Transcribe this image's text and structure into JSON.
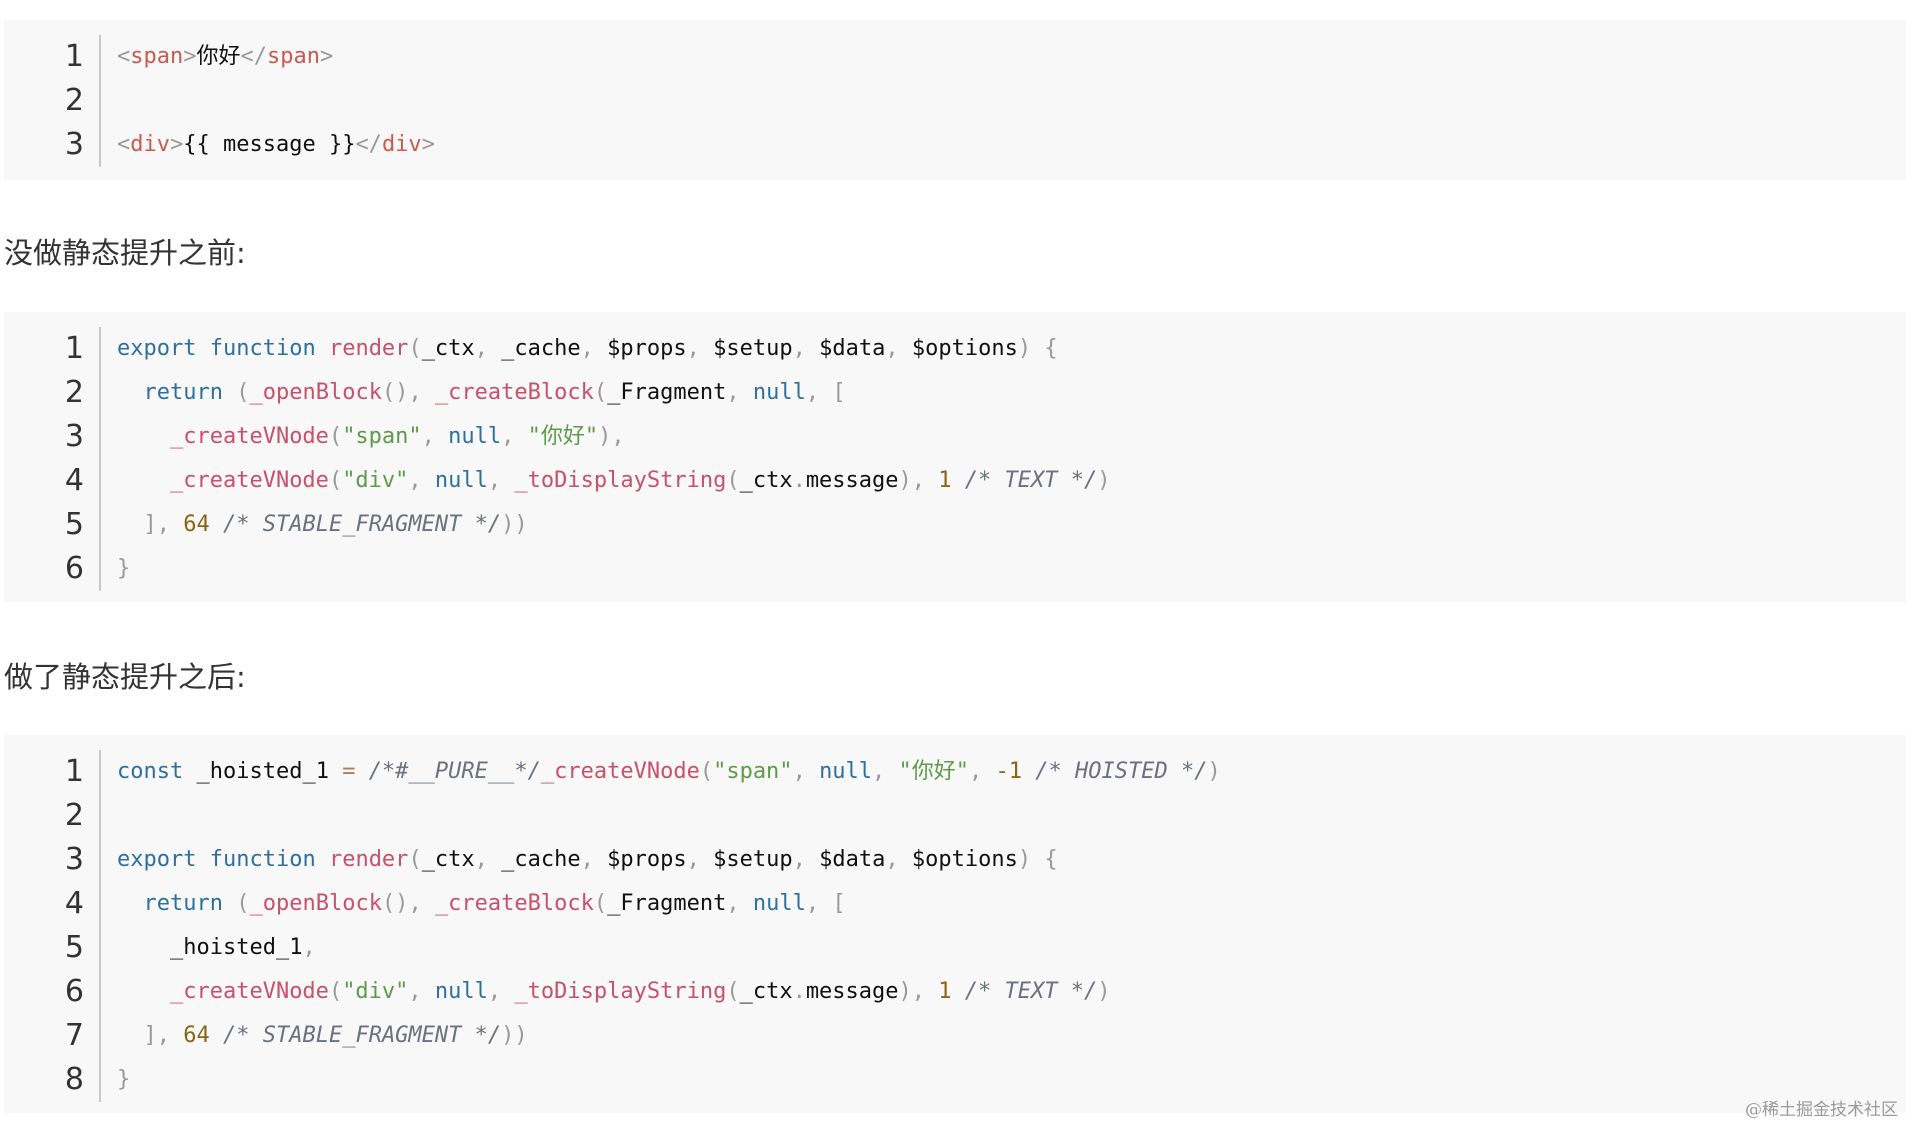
{
  "blocks": [
    {
      "id": "template-code",
      "line_numbers": [
        "1",
        "2",
        "3"
      ],
      "lines": [
        [
          {
            "t": "<",
            "c": "punc"
          },
          {
            "t": "span",
            "c": "tag"
          },
          {
            "t": ">",
            "c": "punc"
          },
          {
            "t": "你好",
            "c": "id"
          },
          {
            "t": "</",
            "c": "punc"
          },
          {
            "t": "span",
            "c": "tag"
          },
          {
            "t": ">",
            "c": "punc"
          }
        ],
        [],
        [
          {
            "t": "<",
            "c": "punc"
          },
          {
            "t": "div",
            "c": "tag"
          },
          {
            "t": ">",
            "c": "punc"
          },
          {
            "t": "{{ message }}",
            "c": "id"
          },
          {
            "t": "</",
            "c": "punc"
          },
          {
            "t": "div",
            "c": "tag"
          },
          {
            "t": ">",
            "c": "punc"
          }
        ]
      ]
    },
    {
      "id": "before-hoisting-code",
      "line_numbers": [
        "1",
        "2",
        "3",
        "4",
        "5",
        "6"
      ],
      "lines": [
        [
          {
            "t": "export",
            "c": "kw"
          },
          {
            "t": " ",
            "c": "id"
          },
          {
            "t": "function",
            "c": "kw"
          },
          {
            "t": " ",
            "c": "id"
          },
          {
            "t": "render",
            "c": "fn"
          },
          {
            "t": "(",
            "c": "punc"
          },
          {
            "t": "_ctx",
            "c": "id"
          },
          {
            "t": ", ",
            "c": "punc"
          },
          {
            "t": "_cache",
            "c": "id"
          },
          {
            "t": ", ",
            "c": "punc"
          },
          {
            "t": "$props",
            "c": "id"
          },
          {
            "t": ", ",
            "c": "punc"
          },
          {
            "t": "$setup",
            "c": "id"
          },
          {
            "t": ", ",
            "c": "punc"
          },
          {
            "t": "$data",
            "c": "id"
          },
          {
            "t": ", ",
            "c": "punc"
          },
          {
            "t": "$options",
            "c": "id"
          },
          {
            "t": ")",
            "c": "punc"
          },
          {
            "t": " ",
            "c": "id"
          },
          {
            "t": "{",
            "c": "punc"
          }
        ],
        [
          {
            "t": "  ",
            "c": "id"
          },
          {
            "t": "return",
            "c": "kw"
          },
          {
            "t": " ",
            "c": "id"
          },
          {
            "t": "(",
            "c": "punc"
          },
          {
            "t": "_openBlock",
            "c": "fn"
          },
          {
            "t": "()",
            "c": "punc"
          },
          {
            "t": ", ",
            "c": "punc"
          },
          {
            "t": "_createBlock",
            "c": "fn"
          },
          {
            "t": "(",
            "c": "punc"
          },
          {
            "t": "_Fragment",
            "c": "id"
          },
          {
            "t": ", ",
            "c": "punc"
          },
          {
            "t": "null",
            "c": "kw"
          },
          {
            "t": ", ",
            "c": "punc"
          },
          {
            "t": "[",
            "c": "punc"
          }
        ],
        [
          {
            "t": "    ",
            "c": "id"
          },
          {
            "t": "_createVNode",
            "c": "fn"
          },
          {
            "t": "(",
            "c": "punc"
          },
          {
            "t": "\"span\"",
            "c": "str"
          },
          {
            "t": ", ",
            "c": "punc"
          },
          {
            "t": "null",
            "c": "kw"
          },
          {
            "t": ", ",
            "c": "punc"
          },
          {
            "t": "\"你好\"",
            "c": "str"
          },
          {
            "t": "),",
            "c": "punc"
          }
        ],
        [
          {
            "t": "    ",
            "c": "id"
          },
          {
            "t": "_createVNode",
            "c": "fn"
          },
          {
            "t": "(",
            "c": "punc"
          },
          {
            "t": "\"div\"",
            "c": "str"
          },
          {
            "t": ", ",
            "c": "punc"
          },
          {
            "t": "null",
            "c": "kw"
          },
          {
            "t": ", ",
            "c": "punc"
          },
          {
            "t": "_toDisplayString",
            "c": "fn"
          },
          {
            "t": "(",
            "c": "punc"
          },
          {
            "t": "_ctx",
            "c": "id"
          },
          {
            "t": ".",
            "c": "punc"
          },
          {
            "t": "message",
            "c": "id"
          },
          {
            "t": ")",
            "c": "punc"
          },
          {
            "t": ", ",
            "c": "punc"
          },
          {
            "t": "1",
            "c": "num"
          },
          {
            "t": " ",
            "c": "id"
          },
          {
            "t": "/* TEXT */",
            "c": "cm"
          },
          {
            "t": ")",
            "c": "punc"
          }
        ],
        [
          {
            "t": "  ",
            "c": "id"
          },
          {
            "t": "]",
            "c": "punc"
          },
          {
            "t": ", ",
            "c": "punc"
          },
          {
            "t": "64",
            "c": "num"
          },
          {
            "t": " ",
            "c": "id"
          },
          {
            "t": "/* STABLE_FRAGMENT */",
            "c": "cm"
          },
          {
            "t": "))",
            "c": "punc"
          }
        ],
        [
          {
            "t": "}",
            "c": "punc"
          }
        ]
      ]
    },
    {
      "id": "after-hoisting-code",
      "line_numbers": [
        "1",
        "2",
        "3",
        "4",
        "5",
        "6",
        "7",
        "8"
      ],
      "lines": [
        [
          {
            "t": "const",
            "c": "kw"
          },
          {
            "t": " ",
            "c": "id"
          },
          {
            "t": "_hoisted_1",
            "c": "id"
          },
          {
            "t": " ",
            "c": "id"
          },
          {
            "t": "=",
            "c": "op"
          },
          {
            "t": " ",
            "c": "id"
          },
          {
            "t": "/*#__PURE__*/",
            "c": "cm"
          },
          {
            "t": "_createVNode",
            "c": "fn"
          },
          {
            "t": "(",
            "c": "punc"
          },
          {
            "t": "\"span\"",
            "c": "str"
          },
          {
            "t": ", ",
            "c": "punc"
          },
          {
            "t": "null",
            "c": "kw"
          },
          {
            "t": ", ",
            "c": "punc"
          },
          {
            "t": "\"你好\"",
            "c": "str"
          },
          {
            "t": ", ",
            "c": "punc"
          },
          {
            "t": "-1",
            "c": "num"
          },
          {
            "t": " ",
            "c": "id"
          },
          {
            "t": "/* HOISTED */",
            "c": "cm"
          },
          {
            "t": ")",
            "c": "punc"
          }
        ],
        [],
        [
          {
            "t": "export",
            "c": "kw"
          },
          {
            "t": " ",
            "c": "id"
          },
          {
            "t": "function",
            "c": "kw"
          },
          {
            "t": " ",
            "c": "id"
          },
          {
            "t": "render",
            "c": "fn"
          },
          {
            "t": "(",
            "c": "punc"
          },
          {
            "t": "_ctx",
            "c": "id"
          },
          {
            "t": ", ",
            "c": "punc"
          },
          {
            "t": "_cache",
            "c": "id"
          },
          {
            "t": ", ",
            "c": "punc"
          },
          {
            "t": "$props",
            "c": "id"
          },
          {
            "t": ", ",
            "c": "punc"
          },
          {
            "t": "$setup",
            "c": "id"
          },
          {
            "t": ", ",
            "c": "punc"
          },
          {
            "t": "$data",
            "c": "id"
          },
          {
            "t": ", ",
            "c": "punc"
          },
          {
            "t": "$options",
            "c": "id"
          },
          {
            "t": ")",
            "c": "punc"
          },
          {
            "t": " ",
            "c": "id"
          },
          {
            "t": "{",
            "c": "punc"
          }
        ],
        [
          {
            "t": "  ",
            "c": "id"
          },
          {
            "t": "return",
            "c": "kw"
          },
          {
            "t": " ",
            "c": "id"
          },
          {
            "t": "(",
            "c": "punc"
          },
          {
            "t": "_openBlock",
            "c": "fn"
          },
          {
            "t": "()",
            "c": "punc"
          },
          {
            "t": ", ",
            "c": "punc"
          },
          {
            "t": "_createBlock",
            "c": "fn"
          },
          {
            "t": "(",
            "c": "punc"
          },
          {
            "t": "_Fragment",
            "c": "id"
          },
          {
            "t": ", ",
            "c": "punc"
          },
          {
            "t": "null",
            "c": "kw"
          },
          {
            "t": ", ",
            "c": "punc"
          },
          {
            "t": "[",
            "c": "punc"
          }
        ],
        [
          {
            "t": "    ",
            "c": "id"
          },
          {
            "t": "_hoisted_1",
            "c": "id"
          },
          {
            "t": ",",
            "c": "punc"
          }
        ],
        [
          {
            "t": "    ",
            "c": "id"
          },
          {
            "t": "_createVNode",
            "c": "fn"
          },
          {
            "t": "(",
            "c": "punc"
          },
          {
            "t": "\"div\"",
            "c": "str"
          },
          {
            "t": ", ",
            "c": "punc"
          },
          {
            "t": "null",
            "c": "kw"
          },
          {
            "t": ", ",
            "c": "punc"
          },
          {
            "t": "_toDisplayString",
            "c": "fn"
          },
          {
            "t": "(",
            "c": "punc"
          },
          {
            "t": "_ctx",
            "c": "id"
          },
          {
            "t": ".",
            "c": "punc"
          },
          {
            "t": "message",
            "c": "id"
          },
          {
            "t": ")",
            "c": "punc"
          },
          {
            "t": ", ",
            "c": "punc"
          },
          {
            "t": "1",
            "c": "num"
          },
          {
            "t": " ",
            "c": "id"
          },
          {
            "t": "/* TEXT */",
            "c": "cm"
          },
          {
            "t": ")",
            "c": "punc"
          }
        ],
        [
          {
            "t": "  ",
            "c": "id"
          },
          {
            "t": "]",
            "c": "punc"
          },
          {
            "t": ", ",
            "c": "punc"
          },
          {
            "t": "64",
            "c": "num"
          },
          {
            "t": " ",
            "c": "id"
          },
          {
            "t": "/* STABLE_FRAGMENT */",
            "c": "cm"
          },
          {
            "t": "))",
            "c": "punc"
          }
        ],
        [
          {
            "t": "}",
            "c": "punc"
          }
        ]
      ]
    }
  ],
  "headings": {
    "before": "没做静态提升之前:",
    "after": "做了静态提升之后:"
  },
  "watermark": "@稀土掘金技术社区",
  "colors": {
    "code_bg": "#f8f8f8",
    "tag": "#cb5a4e",
    "keyword": "#2e6f9e",
    "function": "#c8506a",
    "string": "#5d9b4a",
    "number": "#8a6414",
    "comment": "#6a737d",
    "punctuation": "#999999",
    "text": "#111111"
  }
}
